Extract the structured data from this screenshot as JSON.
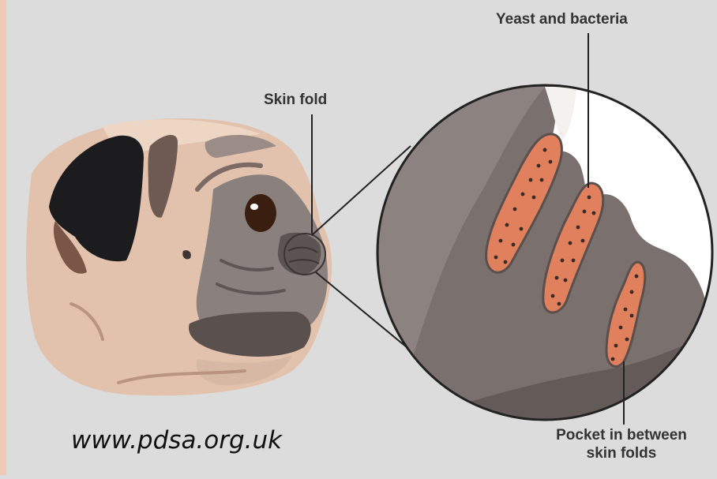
{
  "labels": {
    "yeast_bacteria": "Yeast and bacteria",
    "skin_fold": "Skin fold",
    "pocket_line1": "Pocket in between",
    "pocket_line2": "skin folds"
  },
  "source": "www.pdsa.org.uk",
  "colors": {
    "background": "#dcdcdc",
    "dog_fawn": "#e2c2ad",
    "dog_muzzle": "#8a817e",
    "skin_dark": "#6b615f",
    "pocket_infection": "#e0805d",
    "label_text": "#333333"
  }
}
